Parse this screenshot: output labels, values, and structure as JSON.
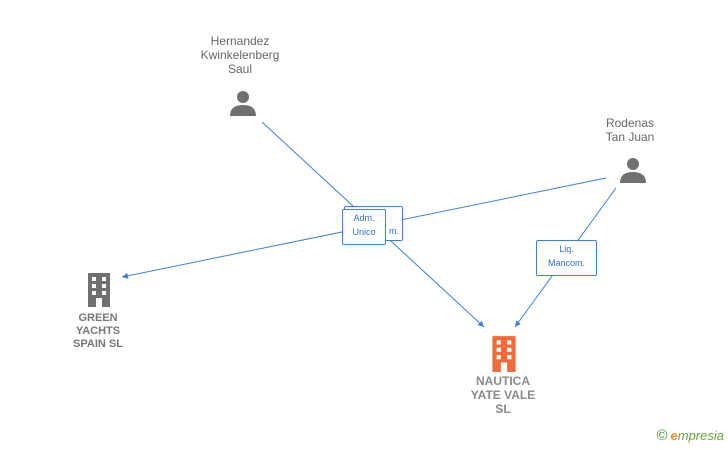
{
  "persons": [
    {
      "id": "p1",
      "label": "Hernandez\nKwinkelenberg\nSaul"
    },
    {
      "id": "p2",
      "label": "Rodenas\nTan Juan"
    }
  ],
  "companies": [
    {
      "id": "c1",
      "label": "GREEN\nYACHTS\nSPAIN  SL",
      "focus": false
    },
    {
      "id": "c2",
      "label": "NAUTICA\nYATE VALE\nSL",
      "focus": true
    }
  ],
  "edges": [
    {
      "from": "p1",
      "to": "c2",
      "label": "Adm.\nUnico",
      "visible_label": "Adm.\nUnico"
    },
    {
      "from": "p2",
      "to": "c1",
      "label": "...m.",
      "visible_label": "m."
    },
    {
      "from": "p2",
      "to": "c2",
      "label": "Liq.\nMancom.",
      "visible_label": "Liq.\nMancom."
    }
  ],
  "colors": {
    "edge": "#3d7fd9",
    "person_icon": "#707070",
    "company_icon": "#707070",
    "focus_company_icon": "#f26a3a"
  },
  "brand": {
    "copyright": "©",
    "name_initial": "e",
    "name_rest": "mpresia"
  }
}
